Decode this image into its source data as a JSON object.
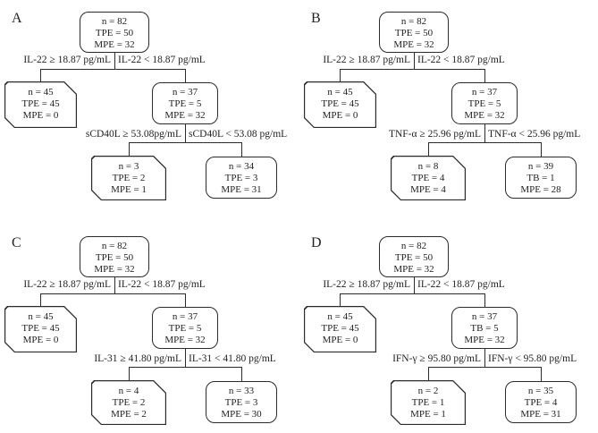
{
  "colors": {
    "background": "#ffffff",
    "line": "#2b2b2b",
    "text": "#222222",
    "node_fill": "#ffffff"
  },
  "figure": {
    "type": "decision-tree-panels",
    "panels": [
      {
        "label": "A",
        "root": [
          "n = 82",
          "TPE = 50",
          "MPE = 32"
        ],
        "split1_left": "IL-22 ≥ 18.87 pg/mL",
        "split1_right": "IL-22 < 18.87 pg/mL",
        "left_leaf": [
          "n = 45",
          "TPE = 45",
          "MPE = 0"
        ],
        "mid_node": [
          "n = 37",
          "TPE = 5",
          "MPE = 32"
        ],
        "split2_left": "sCD40L ≥ 53.08pg/mL",
        "split2_right": "sCD40L < 53.08 pg/mL",
        "bottom_left_leaf": [
          "n = 3",
          "TPE = 2",
          "MPE = 1"
        ],
        "bottom_right_leaf": [
          "n = 34",
          "TPE = 3",
          "MPE = 31"
        ]
      },
      {
        "label": "B",
        "root": [
          "n = 82",
          "TPE = 50",
          "MPE = 32"
        ],
        "split1_left": "IL-22 ≥ 18.87 pg/mL",
        "split1_right": "IL-22 < 18.87 pg/mL",
        "left_leaf": [
          "n = 45",
          "TPE = 45",
          "MPE = 0"
        ],
        "mid_node": [
          "n = 37",
          "TPE = 5",
          "MPE = 32"
        ],
        "split2_left": "TNF-α ≥ 25.96 pg/mL",
        "split2_right": "TNF-α < 25.96 pg/mL",
        "bottom_left_leaf": [
          "n = 8",
          "TPE = 4",
          "MPE = 4"
        ],
        "bottom_right_leaf": [
          "n = 39",
          "TB = 1",
          "MPE = 28"
        ]
      },
      {
        "label": "C",
        "root": [
          "n = 82",
          "TPE = 50",
          "MPE = 32"
        ],
        "split1_left": "IL-22 ≥ 18.87 pg/mL",
        "split1_right": "IL-22 < 18.87 pg/mL",
        "left_leaf": [
          "n = 45",
          "TPE = 45",
          "MPE = 0"
        ],
        "mid_node": [
          "n = 37",
          "TPE = 5",
          "MPE = 32"
        ],
        "split2_left": "IL-31 ≥ 41.80 pg/mL",
        "split2_right": "IL-31 < 41.80 pg/mL",
        "bottom_left_leaf": [
          "n = 4",
          "TPE = 2",
          "MPE = 2"
        ],
        "bottom_right_leaf": [
          "n = 33",
          "TPE = 3",
          "MPE = 30"
        ]
      },
      {
        "label": "D",
        "root": [
          "n = 82",
          "TPE = 50",
          "MPE = 32"
        ],
        "split1_left": "IL-22 ≥ 18.87 pg/mL",
        "split1_right": "IL-22 < 18.87 pg/mL",
        "left_leaf": [
          "n = 45",
          "TPE = 45",
          "MPE = 0"
        ],
        "mid_node": [
          "n = 37",
          "TB = 5",
          "MPE = 32"
        ],
        "split2_left": "IFN-γ ≥ 95.80 pg/mL",
        "split2_right": "IFN-γ < 95.80 pg/mL",
        "bottom_left_leaf": [
          "n = 2",
          "TPE = 1",
          "MPE = 1"
        ],
        "bottom_right_leaf": [
          "n = 35",
          "TPE = 4",
          "MPE = 31"
        ]
      }
    ]
  }
}
